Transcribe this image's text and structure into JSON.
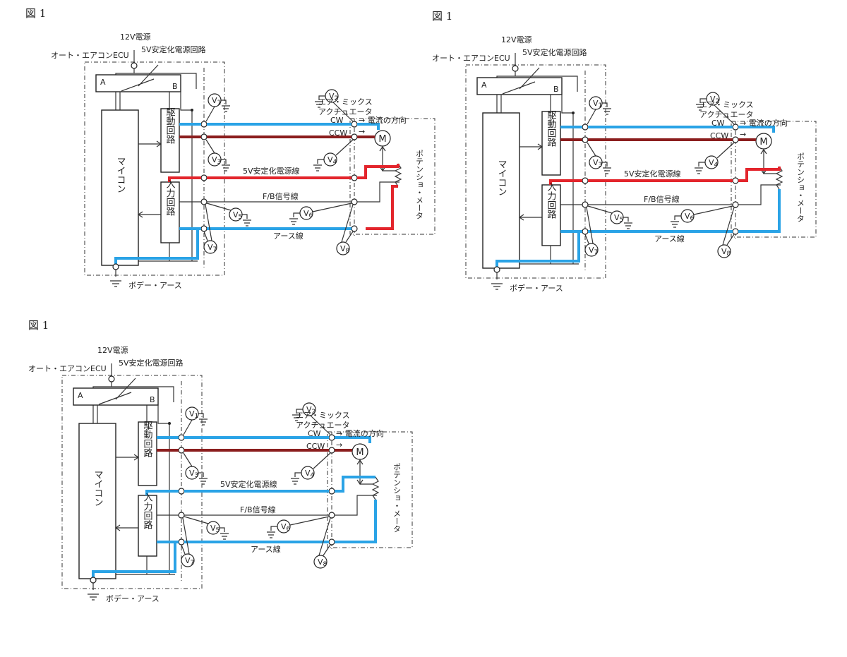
{
  "figure_label": "図 1",
  "labels": {
    "power_12v": "12V電源",
    "ecu": "オート・エアコンECU",
    "reg_5v": "5V安定化電源回路",
    "block_a": "A",
    "block_b": "B",
    "drive_circuit": "駆動回路",
    "micom": "マイコン",
    "input_circuit": "入力回路",
    "actuator_line1": "エア・ミックス",
    "actuator_line2": "アクチュエータ",
    "cw": "CW",
    "ccw": "CCW",
    "current_dir": "→ 電流の方向",
    "arrow": "→",
    "motor": "M",
    "line_5v": "5V安定化電源線",
    "fb_line": "F/B信号線",
    "earth_line": "アース線",
    "potentiometer": "ポテンショ・メータ",
    "body_earth": "ボデー・アース"
  },
  "meters": {
    "v1": {
      "main": "V",
      "sub": "1"
    },
    "v2": {
      "main": "V",
      "sub": "2"
    },
    "v3": {
      "main": "V",
      "sub": "3"
    },
    "v4": {
      "main": "V",
      "sub": "4"
    },
    "v5": {
      "main": "V",
      "sub": "5"
    },
    "v6": {
      "main": "V",
      "sub": "6"
    },
    "v7": {
      "main": "V",
      "sub": "7"
    },
    "v8": {
      "main": "V",
      "sub": "8"
    }
  },
  "wire_colors": {
    "blue": "#2aa3e6",
    "red": "#e3252c",
    "maroon": "#8b1e1e"
  },
  "panels": [
    {
      "id": "fig-1a",
      "note": "5V line open between connector and potentiometer"
    },
    {
      "id": "fig-1b",
      "note": "earth line routed through potentiometer"
    },
    {
      "id": "fig-1c",
      "note": "5V line shown blue, same as earth"
    }
  ]
}
